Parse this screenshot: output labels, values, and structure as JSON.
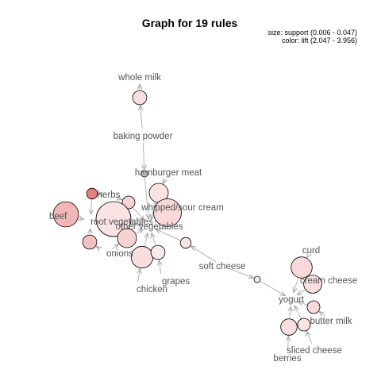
{
  "title": "Graph for 19 rules",
  "legend": {
    "size": "size: support (0.006 - 0.047)",
    "color": "color: lift (2.047 - 3.956)"
  },
  "items": [
    {
      "id": "whole_milk",
      "label": "whole milk"
    },
    {
      "id": "baking_powder",
      "label": "baking powder"
    },
    {
      "id": "hamburger_meat",
      "label": "hamburger meat"
    },
    {
      "id": "herbs",
      "label": "herbs"
    },
    {
      "id": "whipped_sour_cream",
      "label": "whipped/sour cream"
    },
    {
      "id": "beef",
      "label": "beef"
    },
    {
      "id": "root_vegetables",
      "label": "root vegetables"
    },
    {
      "id": "other_vegetables",
      "label": "other vegetables"
    },
    {
      "id": "onions",
      "label": "onions"
    },
    {
      "id": "soft_cheese",
      "label": "soft cheese"
    },
    {
      "id": "grapes",
      "label": "grapes"
    },
    {
      "id": "chicken",
      "label": "chicken"
    },
    {
      "id": "curd",
      "label": "curd"
    },
    {
      "id": "cream_cheese",
      "label": "cream cheese"
    },
    {
      "id": "yogurt",
      "label": "yogurt"
    },
    {
      "id": "butter_milk",
      "label": "butter milk"
    },
    {
      "id": "sliced_cheese",
      "label": "sliced cheese"
    },
    {
      "id": "berries",
      "label": "berries"
    }
  ],
  "rules": [
    {
      "lhs": [
        "baking_powder"
      ],
      "rhs": "whole_milk",
      "support": 0.009,
      "lift": 2.3
    },
    {
      "lhs": [
        "baking_powder"
      ],
      "rhs": "other_vegetables",
      "support": 0.006,
      "lift": 2.1
    },
    {
      "lhs": [
        "hamburger_meat"
      ],
      "rhs": "other_vegetables",
      "support": 0.014,
      "lift": 2.2
    },
    {
      "lhs": [
        "herbs"
      ],
      "rhs": "root_vegetables",
      "support": 0.007,
      "lift": 3.956
    },
    {
      "lhs": [
        "herbs"
      ],
      "rhs": "other_vegetables",
      "support": 0.008,
      "lift": 2.5
    },
    {
      "lhs": [
        "whipped_sour_cream"
      ],
      "rhs": "other_vegetables",
      "support": 0.029,
      "lift": 2.4
    },
    {
      "lhs": [
        "beef"
      ],
      "rhs": "root_vegetables",
      "support": 0.024,
      "lift": 3.0
    },
    {
      "lhs": [
        "root_vegetables"
      ],
      "rhs": "other_vegetables",
      "support": 0.047,
      "lift": 2.2
    },
    {
      "lhs": [
        "onions"
      ],
      "rhs": "root_vegetables",
      "support": 0.009,
      "lift": 2.8
    },
    {
      "lhs": [
        "onions"
      ],
      "rhs": "other_vegetables",
      "support": 0.014,
      "lift": 2.5
    },
    {
      "lhs": [
        "chicken"
      ],
      "rhs": "other_vegetables",
      "support": 0.018,
      "lift": 2.3
    },
    {
      "lhs": [
        "grapes"
      ],
      "rhs": "other_vegetables",
      "support": 0.009,
      "lift": 2.1
    },
    {
      "lhs": [
        "soft_cheese"
      ],
      "rhs": "other_vegetables",
      "support": 0.007,
      "lift": 2.2
    },
    {
      "lhs": [
        "soft_cheese"
      ],
      "rhs": "yogurt",
      "support": 0.006,
      "lift": 2.1
    },
    {
      "lhs": [
        "curd"
      ],
      "rhs": "yogurt",
      "support": 0.017,
      "lift": 2.4
    },
    {
      "lhs": [
        "cream_cheese"
      ],
      "rhs": "yogurt",
      "support": 0.013,
      "lift": 2.3
    },
    {
      "lhs": [
        "butter_milk"
      ],
      "rhs": "yogurt",
      "support": 0.008,
      "lift": 2.4
    },
    {
      "lhs": [
        "sliced_cheese"
      ],
      "rhs": "yogurt",
      "support": 0.008,
      "lift": 2.2
    },
    {
      "lhs": [
        "berries"
      ],
      "rhs": "yogurt",
      "support": 0.011,
      "lift": 2.3
    }
  ]
}
